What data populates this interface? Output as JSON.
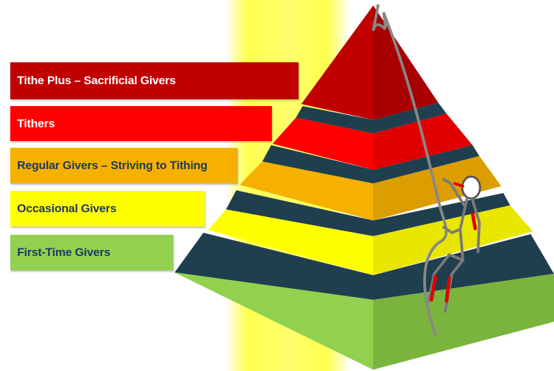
{
  "tiers": [
    {
      "label": "Tithe Plus – Sacrificial Givers",
      "color": "#c00000",
      "text_color": "#ffffff"
    },
    {
      "label": "Tithers",
      "color": "#ff0000",
      "text_color": "#ffffff"
    },
    {
      "label": "Regular Givers – Striving to Tithing",
      "color": "#f5b000",
      "text_color": "#1f3864"
    },
    {
      "label": "Occasional Givers",
      "color": "#ffff00",
      "text_color": "#1f3864"
    },
    {
      "label": "First-Time Givers",
      "color": "#92d050",
      "text_color": "#1f3864"
    }
  ],
  "colors": {
    "background": "#ffffff",
    "glow": "#ffff66",
    "separator": "#1f3f4f",
    "rope": "#8a8a8a",
    "figure_accent": "#e00000"
  },
  "icons": [
    "stick-figure-climber-icon",
    "climbing-rope-icon"
  ]
}
